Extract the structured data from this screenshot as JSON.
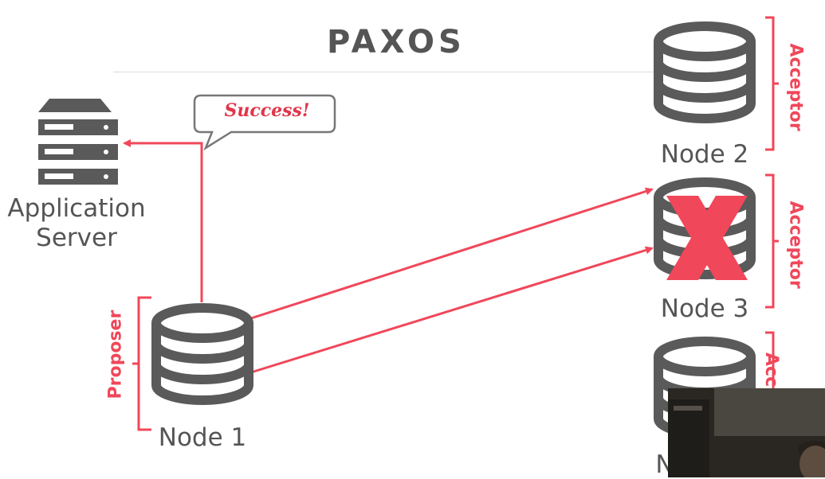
{
  "title": "PAXOS",
  "application_server": {
    "label_line1": "Application",
    "label_line2": "Server"
  },
  "success_bubble": {
    "text": "Success!"
  },
  "nodes": [
    {
      "id": "node1",
      "label": "Node 1",
      "role": "Proposer",
      "failed": false
    },
    {
      "id": "node2",
      "label": "Node 2",
      "role": "Acceptor",
      "failed": false
    },
    {
      "id": "node3",
      "label": "Node 3",
      "role": "Acceptor",
      "failed": true
    },
    {
      "id": "node4",
      "label": "N",
      "role": "Acc",
      "failed": false
    }
  ],
  "colors": {
    "accent": "#f0475a",
    "gray": "#5a5a5a",
    "rule": "#dcdcdc"
  },
  "icons": {
    "server": "server-rack-icon",
    "database": "database-icon",
    "failure": "x-mark-icon"
  }
}
